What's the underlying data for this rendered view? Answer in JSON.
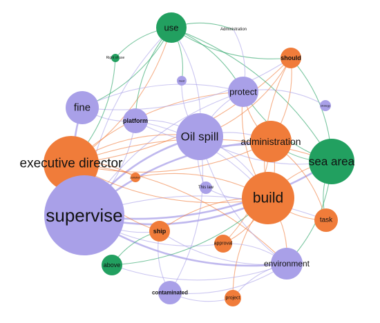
{
  "colors": {
    "purple": "#a9a0e8",
    "orange": "#f07c3a",
    "green": "#22a060"
  },
  "nodes": [
    {
      "id": "use",
      "label": "use",
      "color": "green"
    },
    {
      "id": "administration_small",
      "label": "Administration",
      "color": "purple"
    },
    {
      "id": "right_of_use",
      "label": "Right of use",
      "color": "green"
    },
    {
      "id": "should",
      "label": "should",
      "color": "orange"
    },
    {
      "id": "must",
      "label": "must",
      "color": "purple"
    },
    {
      "id": "protect",
      "label": "protect",
      "color": "purple"
    },
    {
      "id": "strategy",
      "label": "strategy",
      "color": "purple"
    },
    {
      "id": "fine",
      "label": "fine",
      "color": "purple"
    },
    {
      "id": "platform",
      "label": "platform",
      "color": "purple"
    },
    {
      "id": "oil_spill",
      "label": "Oil spill",
      "color": "purple"
    },
    {
      "id": "administration",
      "label": "administration",
      "color": "orange"
    },
    {
      "id": "executive_director",
      "label": "executive director",
      "color": "orange"
    },
    {
      "id": "sea_area",
      "label": "sea area",
      "color": "green"
    },
    {
      "id": "pollution",
      "label": "pollution",
      "color": "orange"
    },
    {
      "id": "this_law",
      "label": "This law",
      "color": "purple"
    },
    {
      "id": "build",
      "label": "build",
      "color": "orange"
    },
    {
      "id": "supervise",
      "label": "supervise",
      "color": "purple"
    },
    {
      "id": "task",
      "label": "task",
      "color": "orange"
    },
    {
      "id": "ship",
      "label": "ship",
      "color": "orange"
    },
    {
      "id": "approval",
      "label": "approval",
      "color": "orange"
    },
    {
      "id": "environment",
      "label": "environment",
      "color": "purple"
    },
    {
      "id": "above",
      "label": "above",
      "color": "green"
    },
    {
      "id": "contaminated",
      "label": "contaminated",
      "color": "purple"
    },
    {
      "id": "project",
      "label": "project",
      "color": "orange"
    }
  ],
  "edges": [
    [
      "supervise",
      "executive_director"
    ],
    [
      "supervise",
      "build"
    ],
    [
      "supervise",
      "oil_spill"
    ],
    [
      "supervise",
      "environment"
    ],
    [
      "supervise",
      "administration"
    ],
    [
      "supervise",
      "sea_area"
    ],
    [
      "supervise",
      "use"
    ],
    [
      "supervise",
      "platform"
    ],
    [
      "supervise",
      "fine"
    ],
    [
      "supervise",
      "ship"
    ],
    [
      "supervise",
      "protect"
    ],
    [
      "supervise",
      "approval"
    ],
    [
      "supervise",
      "task"
    ],
    [
      "executive_director",
      "build"
    ],
    [
      "executive_director",
      "sea_area"
    ],
    [
      "executive_director",
      "administration"
    ],
    [
      "executive_director",
      "oil_spill"
    ],
    [
      "executive_director",
      "use"
    ],
    [
      "executive_director",
      "protect"
    ],
    [
      "executive_director",
      "should"
    ],
    [
      "executive_director",
      "environment"
    ],
    [
      "executive_director",
      "ship"
    ],
    [
      "oil_spill",
      "build"
    ],
    [
      "oil_spill",
      "sea_area"
    ],
    [
      "oil_spill",
      "administration"
    ],
    [
      "oil_spill",
      "use"
    ],
    [
      "oil_spill",
      "protect"
    ],
    [
      "oil_spill",
      "environment"
    ],
    [
      "oil_spill",
      "contaminated"
    ],
    [
      "oil_spill",
      "platform"
    ],
    [
      "build",
      "sea_area"
    ],
    [
      "build",
      "administration"
    ],
    [
      "build",
      "environment"
    ],
    [
      "build",
      "task"
    ],
    [
      "build",
      "protect"
    ],
    [
      "build",
      "ship"
    ],
    [
      "build",
      "approval"
    ],
    [
      "build",
      "project"
    ],
    [
      "sea_area",
      "administration"
    ],
    [
      "sea_area",
      "use"
    ],
    [
      "sea_area",
      "protect"
    ],
    [
      "sea_area",
      "should"
    ],
    [
      "sea_area",
      "environment"
    ],
    [
      "sea_area",
      "task"
    ],
    [
      "administration",
      "protect"
    ],
    [
      "administration",
      "should"
    ],
    [
      "use",
      "protect"
    ],
    [
      "use",
      "should"
    ],
    [
      "use",
      "fine"
    ],
    [
      "use",
      "right_of_use"
    ],
    [
      "use",
      "administration_small"
    ],
    [
      "use",
      "platform"
    ],
    [
      "use",
      "must"
    ],
    [
      "fine",
      "platform"
    ],
    [
      "fine",
      "protect"
    ],
    [
      "fine",
      "should"
    ],
    [
      "platform",
      "build"
    ],
    [
      "platform",
      "administration"
    ],
    [
      "environment",
      "contaminated"
    ],
    [
      "environment",
      "project"
    ],
    [
      "environment",
      "above"
    ],
    [
      "environment",
      "approval"
    ],
    [
      "environment",
      "ship"
    ],
    [
      "contaminated",
      "project"
    ],
    [
      "contaminated",
      "ship"
    ],
    [
      "above",
      "build"
    ],
    [
      "above",
      "ship"
    ],
    [
      "approval",
      "administration"
    ],
    [
      "protect",
      "strategy"
    ],
    [
      "should",
      "build"
    ],
    [
      "should",
      "oil_spill"
    ],
    [
      "this_law",
      "build"
    ],
    [
      "this_law",
      "oil_spill"
    ],
    [
      "pollution",
      "executive_director"
    ],
    [
      "pollution",
      "build"
    ],
    [
      "task",
      "administration"
    ],
    [
      "right_of_use",
      "executive_director"
    ],
    [
      "must",
      "oil_spill"
    ],
    [
      "administration_small",
      "protect"
    ]
  ]
}
